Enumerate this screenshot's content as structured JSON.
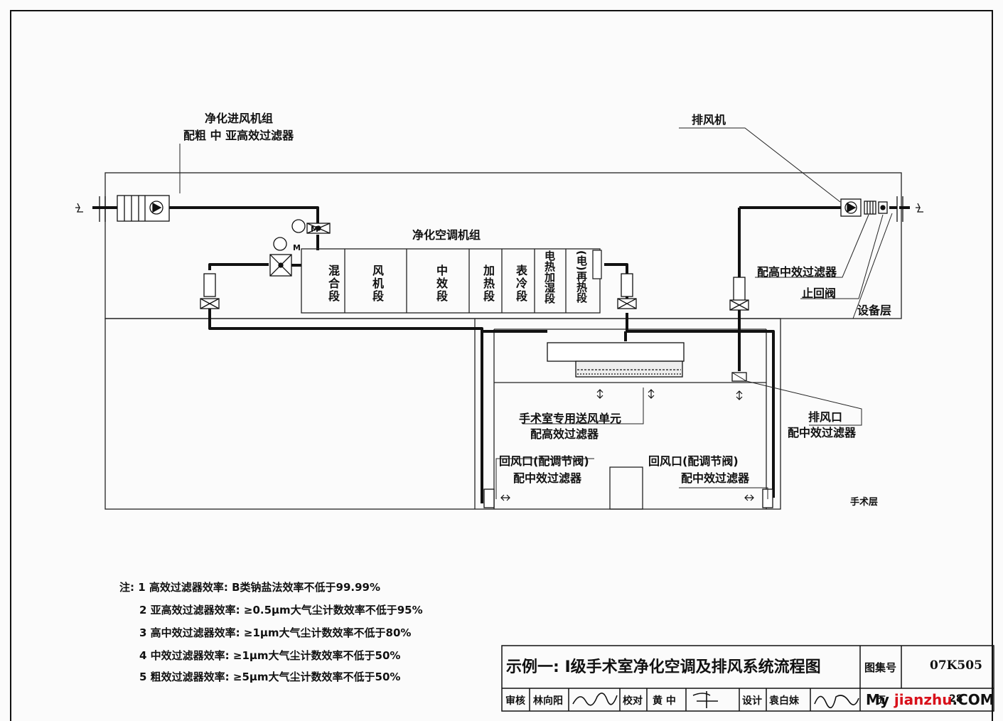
{
  "labels": {
    "fresh_air_unit": "净化进风机组",
    "fresh_air_filters": "配粗 中 亚高效过滤器",
    "exhaust_fan": "排风机",
    "ahu_title": "净化空调机组",
    "sections": [
      "混合段",
      "风机段",
      "中效段",
      "加热段",
      "表冷段",
      "电热加湿段",
      "(电)再热段"
    ],
    "high_mid_filter": "配高中效过滤器",
    "check_valve": "止回阀",
    "equipment_floor": "设备层",
    "supply_unit_line1": "手术室专用送风单元",
    "supply_unit_line2": "配高效过滤器",
    "exhaust_outlet_line1": "排风口",
    "exhaust_outlet_line2": "配中效过滤器",
    "return_left_line1": "回风口(配调节阀)",
    "return_left_line2": "配中效过滤器",
    "return_right_line1": "回风口(配调节阀)",
    "return_right_line2": "配中效过滤器",
    "operation_floor": "手术层",
    "motor_symbol": "M"
  },
  "notes": [
    "注: 1  高效过滤器效率: B类钠盐法效率不低于99.99%",
    "2  亚高效过滤器效率: ≥0.5μm大气尘计数效率不低于95%",
    "3  高中效过滤器效率: ≥1μm大气尘计数效率不低于80%",
    "4  中效过滤器效率: ≥1μm大气尘计数效率不低于50%",
    "5  粗效过滤器效率: ≥5μm大气尘计数效率不低于50%"
  ],
  "title_block": {
    "title": "示例一: Ⅰ级手术室净化空调及排风系统流程图",
    "atlas_label": "图集号",
    "atlas_no": "07K505",
    "review_label": "审核",
    "reviewer": "林向阳",
    "check_label": "校对",
    "checker": "黄 中",
    "design_label": "设计",
    "designer": "袁白妹",
    "page_label": "页",
    "page_no": "28"
  },
  "watermark": {
    "part1": "My ",
    "part2": "jianzhu",
    "part3": ".COM"
  }
}
